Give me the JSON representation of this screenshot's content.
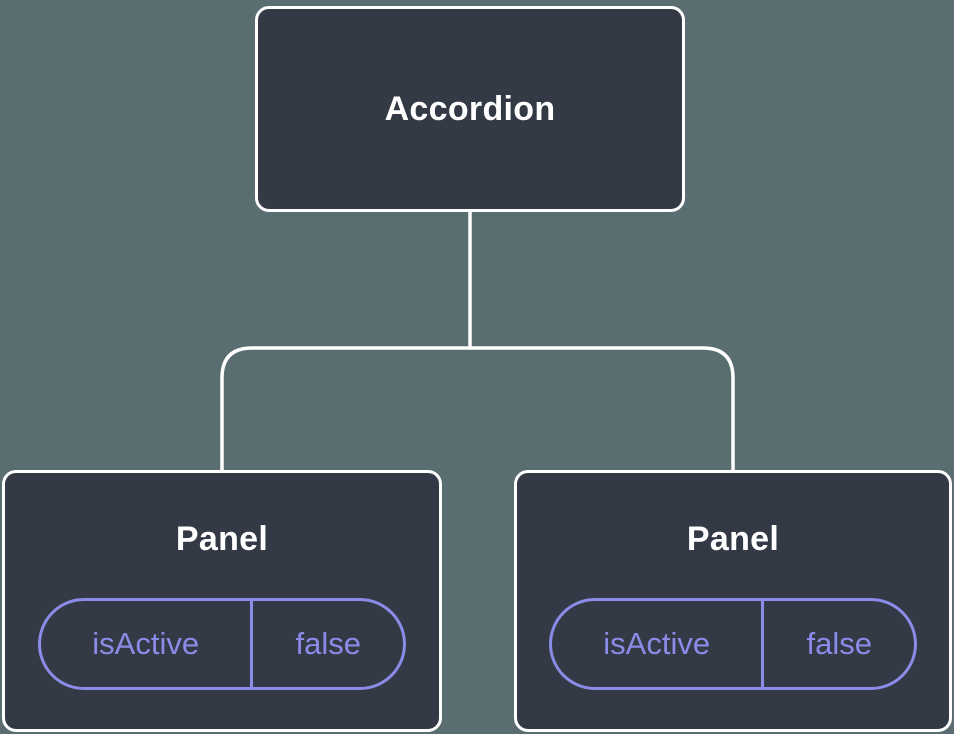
{
  "diagram": {
    "root": {
      "title": "Accordion"
    },
    "panels": [
      {
        "title": "Panel",
        "state": {
          "key": "isActive",
          "value": "false"
        }
      },
      {
        "title": "Panel",
        "state": {
          "key": "isActive",
          "value": "false"
        }
      }
    ],
    "colors": {
      "background": "#5a6d70",
      "node_fill": "#333a46",
      "node_border": "#ffffff",
      "connector": "#ffffff",
      "accent": "#8b8be8"
    }
  }
}
